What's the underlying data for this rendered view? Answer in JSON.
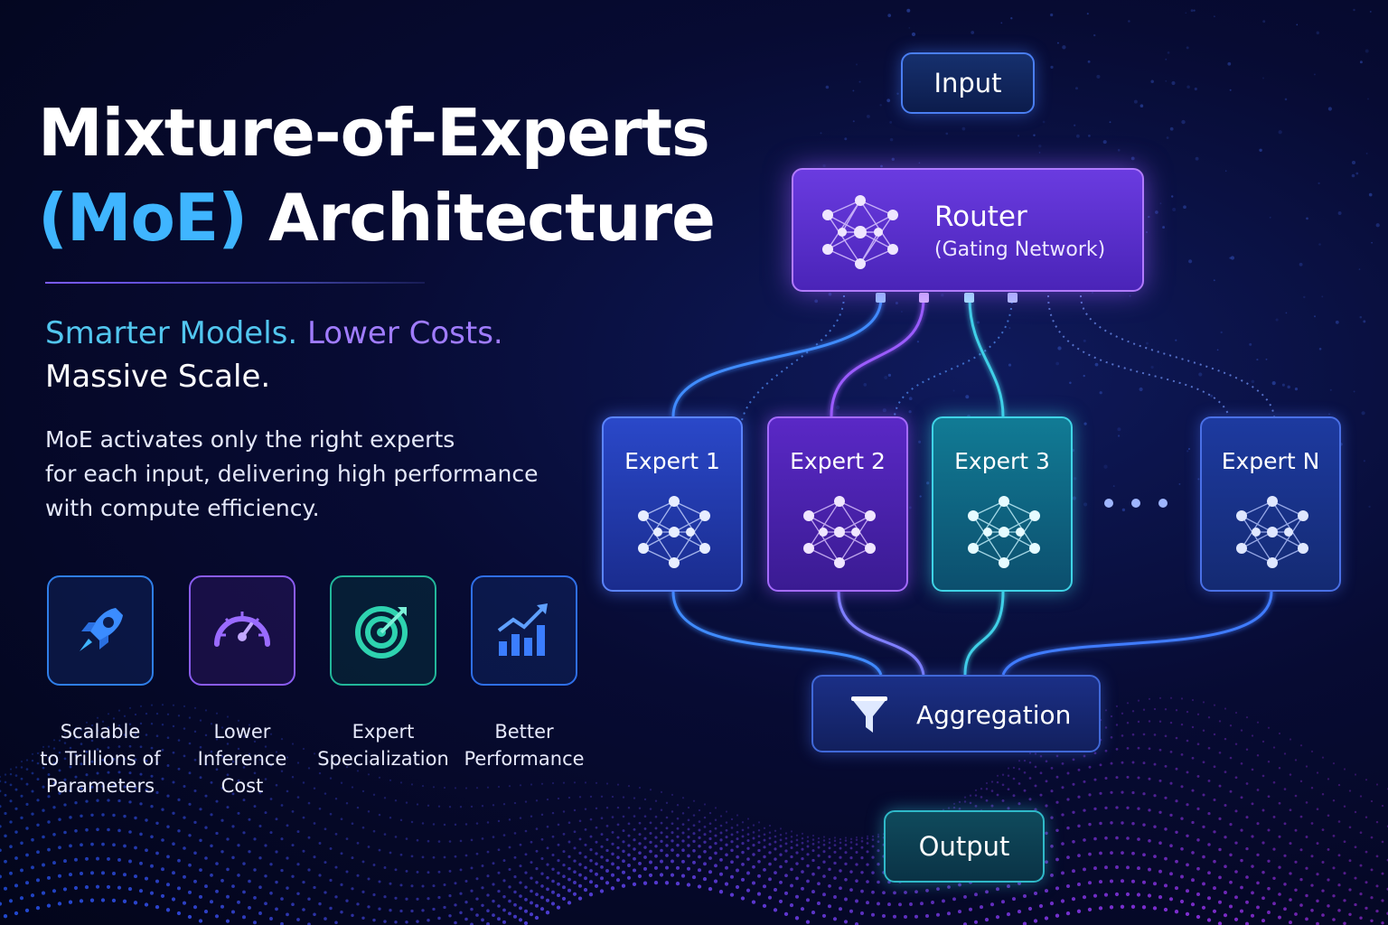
{
  "title": {
    "line1": "Mixture-of-Experts",
    "line2_accent": "(MoE)",
    "line2_rest": " Architecture"
  },
  "tagline": {
    "part1": "Smarter Models.",
    "part2": " Lower Costs.",
    "line2": "Massive Scale."
  },
  "description": [
    "MoE activates only the right experts",
    "for each input, delivering high performance",
    "with compute efficiency."
  ],
  "features": [
    {
      "icon": "rocket-icon",
      "color": "#3b8cff",
      "label": [
        "Scalable",
        "to Trillions of",
        "Parameters"
      ]
    },
    {
      "icon": "speedometer-icon",
      "color": "#9a6bff",
      "label": [
        "Lower",
        "Inference",
        "Cost"
      ]
    },
    {
      "icon": "target-icon",
      "color": "#2ed3b0",
      "label": [
        "Expert",
        "Specialization"
      ]
    },
    {
      "icon": "growth-chart-icon",
      "color": "#3b7dff",
      "label": [
        "Better",
        "Performance"
      ]
    }
  ],
  "diagram": {
    "input": "Input",
    "router": {
      "label": "Router",
      "sublabel": "(Gating Network)"
    },
    "experts": [
      "Expert 1",
      "Expert 2",
      "Expert 3",
      "Expert N"
    ],
    "aggregation": "Aggregation",
    "output": "Output"
  },
  "colors": {
    "accent_blue": "#3fb5ff",
    "accent_cyan": "#52c6ef",
    "accent_purple": "#a07cff",
    "router_purple": "#6a3be0",
    "expert_teal": "#117b95"
  }
}
